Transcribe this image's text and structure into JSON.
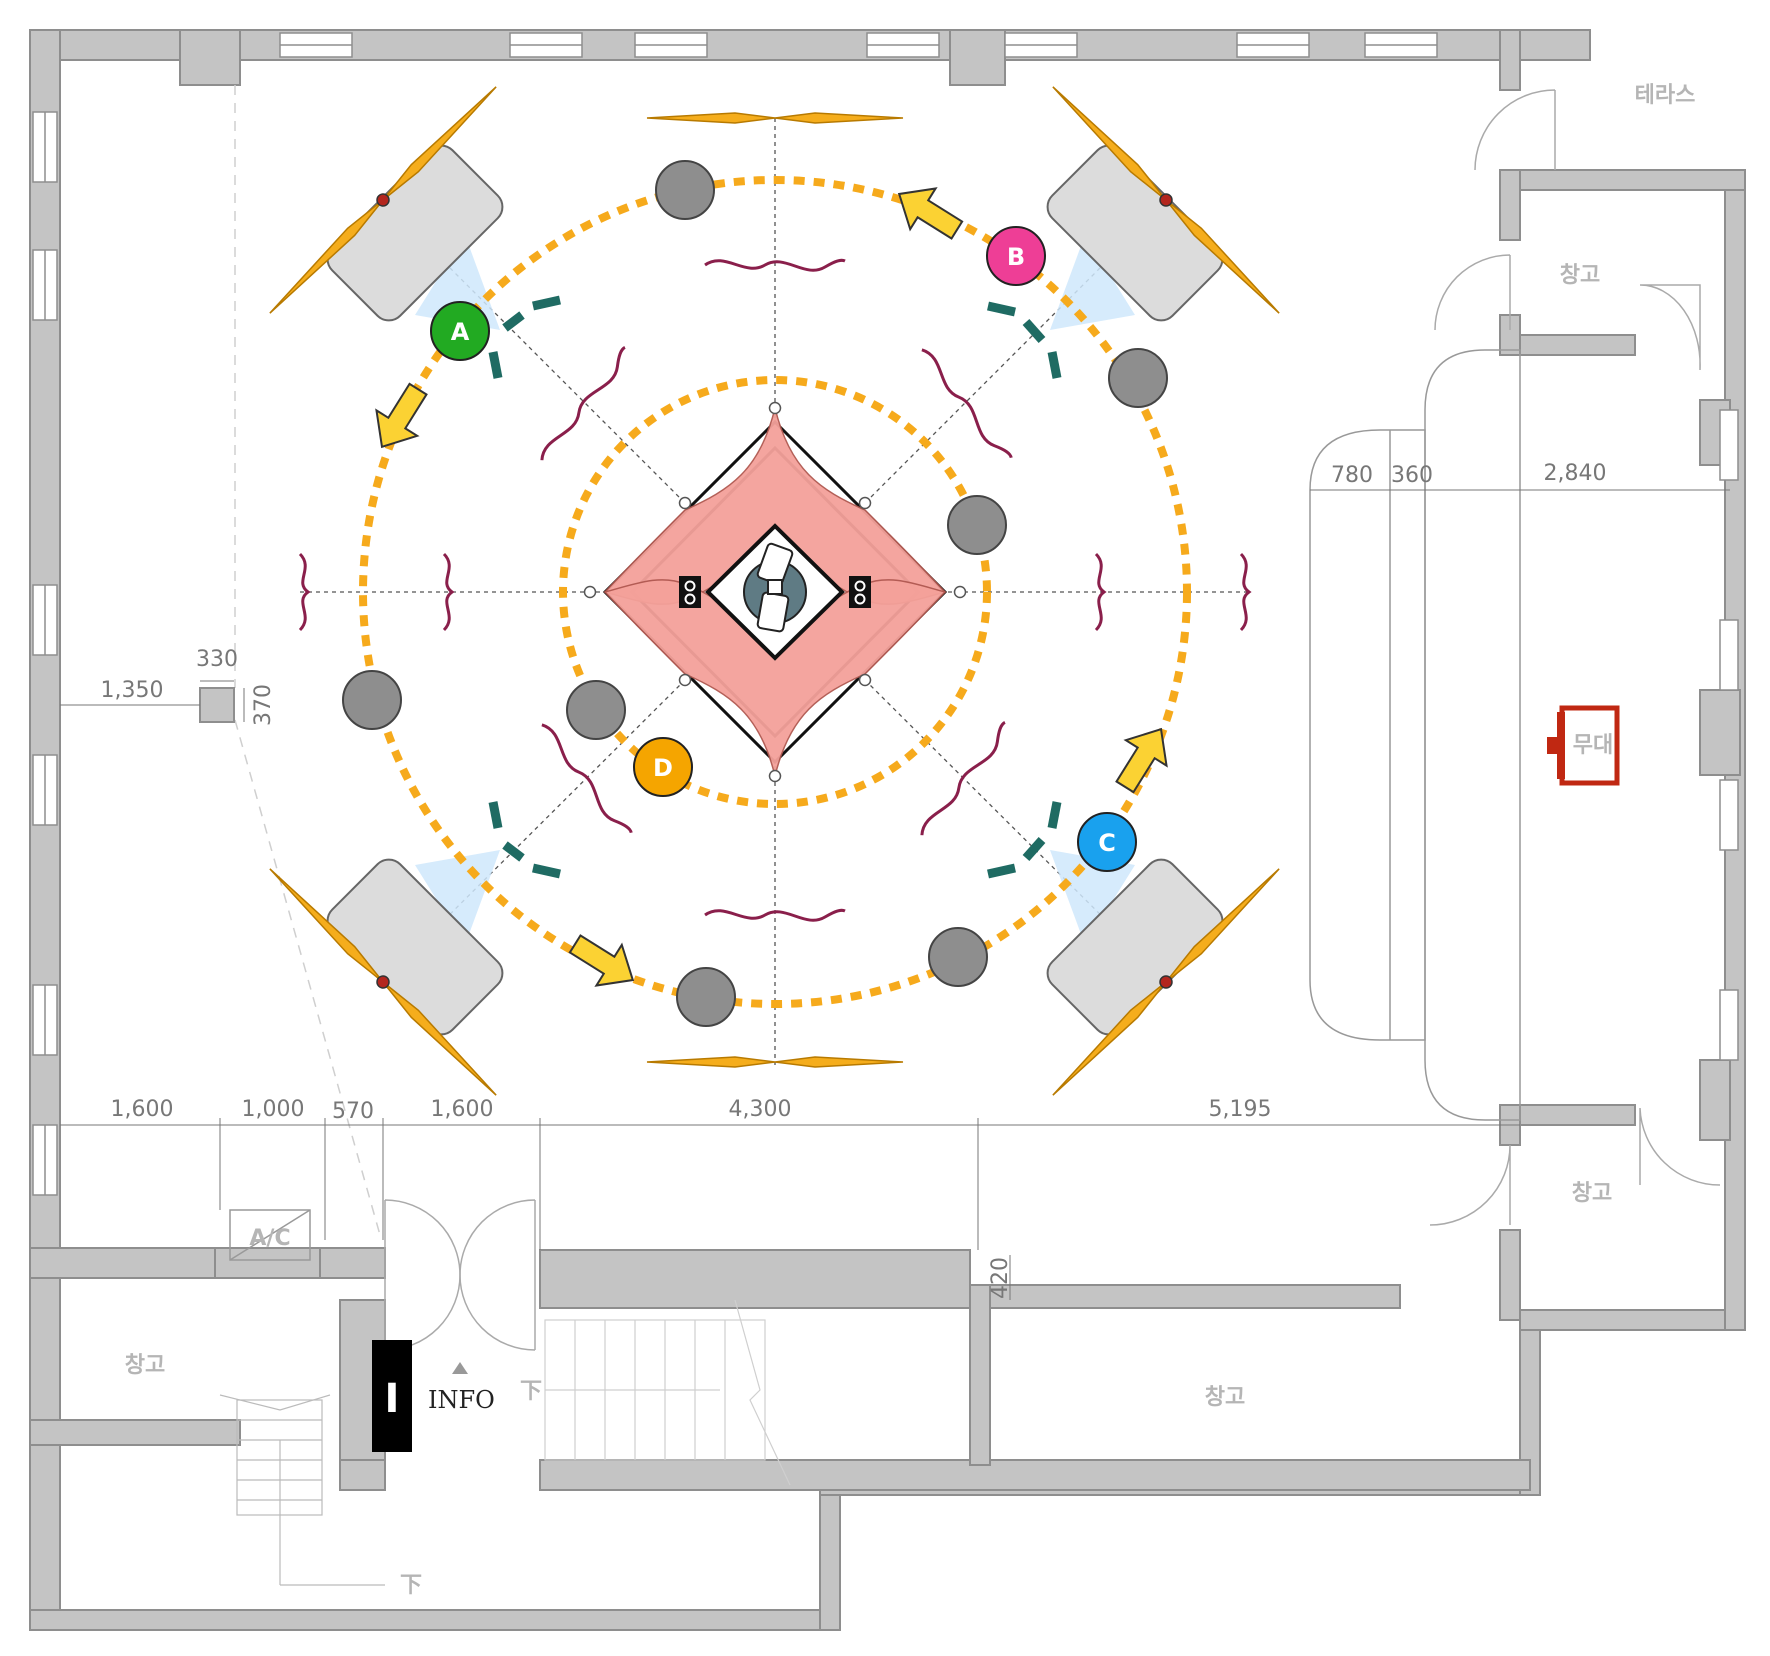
{
  "rooms": {
    "terrace": "테라스",
    "storage_top_right": "창고",
    "storage_mid_right": "창고",
    "storage_bottom_left": "창고",
    "storage_bottom_right": "창고",
    "stage": "무대",
    "ac": "A/C",
    "info_label": "INFO",
    "info_sign": "I"
  },
  "stairs": {
    "left_label": "下",
    "right_label": "下"
  },
  "dimensions": {
    "d1350": "1,350",
    "d330": "330",
    "d370": "370",
    "d780": "780",
    "d360": "360",
    "d2840": "2,840",
    "b1600a": "1,600",
    "b1000": "1,000",
    "b570": "570",
    "b1600b": "1,600",
    "b4300": "4,300",
    "b5195": "5,195",
    "d420": "420"
  },
  "stations": {
    "A": {
      "label": "A",
      "color": "#22aa22"
    },
    "B": {
      "label": "B",
      "color": "#ee3e96"
    },
    "C": {
      "label": "C",
      "color": "#19a1ee"
    },
    "D": {
      "label": "D",
      "color": "#f5a500"
    }
  },
  "colors": {
    "wall": "#c4c4c4",
    "wall_stroke": "#8e8e8e",
    "route": "#f6aa1c",
    "arrow": "#fbd233",
    "propeller": "#f5ad1c",
    "pink": "#f4a19a",
    "teal": "#1f6b63",
    "curve": "#8a1f4b",
    "light_cone": "#cfe8fb",
    "table_fill": "#dcdcdc",
    "stool": "#8e8e8e",
    "stage_icon": "#c02812"
  },
  "icons": {
    "speaker": "speaker-icon",
    "camera": "camera-icon",
    "direction": "arrow-icon"
  }
}
